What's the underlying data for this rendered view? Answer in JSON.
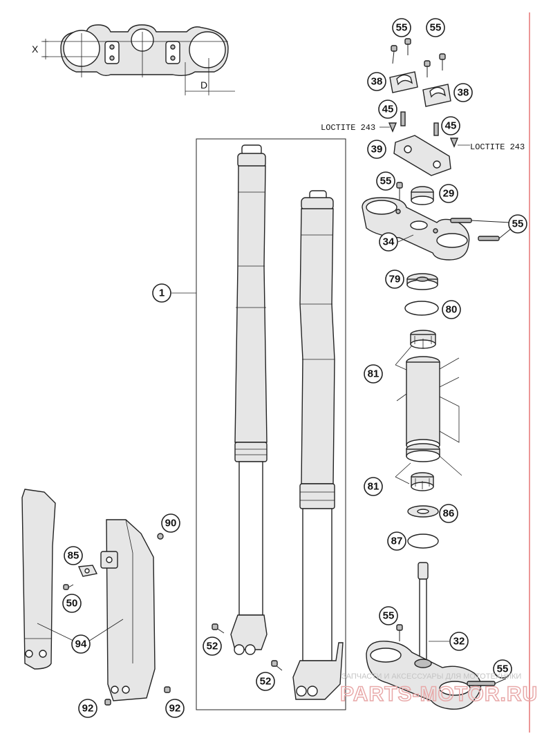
{
  "callouts": {
    "c1": "1",
    "c29": "29",
    "c32": "32",
    "c34": "34",
    "c38a": "38",
    "c38b": "38",
    "c39": "39",
    "c45a": "45",
    "c45b": "45",
    "c50": "50",
    "c52a": "52",
    "c52b": "52",
    "c55a": "55",
    "c55b": "55",
    "c55c": "55",
    "c55d": "55",
    "c55e": "55",
    "c55f": "55",
    "c79": "79",
    "c80": "80",
    "c81a": "81",
    "c81b": "81",
    "c85": "85",
    "c86": "86",
    "c87": "87",
    "c90": "90",
    "c92a": "92",
    "c92b": "92",
    "c94": "94"
  },
  "labels": {
    "loctite_left": "LOCTITE 243",
    "loctite_right": "LOCTITE 243",
    "dim_x": "X",
    "dim_d": "D"
  },
  "watermark": {
    "small": "ЗАПЧАСТИ И АКСЕССУАРЫ ДЛЯ МОТОТЕХНИКИ",
    "big": "PARTS-MOTOR.RU"
  },
  "colors": {
    "line": "#222222",
    "part_fill": "#e6e6e6",
    "watermark": "#e8a8a8",
    "margin_line": "#e05050"
  }
}
